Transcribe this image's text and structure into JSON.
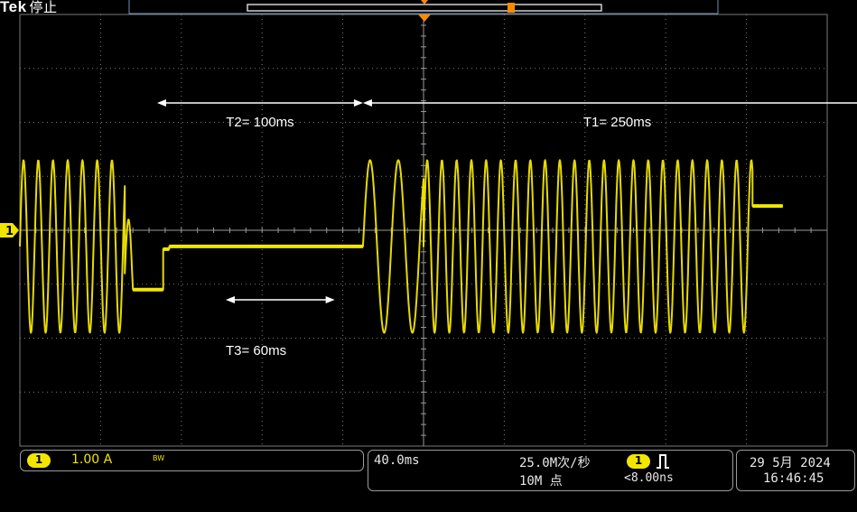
{
  "header": {
    "brand": "Tek",
    "run_state": "停止"
  },
  "colors": {
    "channel1": "#f2e600",
    "annotation": "#ffffff",
    "graticule": "#7a7a7a",
    "background": "#000000"
  },
  "graticule": {
    "h_divisions": 10,
    "v_divisions": 8,
    "minor_per_division": 5
  },
  "markers": {
    "channel_number": "1"
  },
  "annotations": [
    {
      "label": "T2= 100ms",
      "from_ms": -132,
      "to_ms": -30
    },
    {
      "label": "T1= 250ms",
      "from_ms": -30,
      "to_ms": 222
    },
    {
      "label": "T3= 60ms",
      "from_ms": -98,
      "to_ms": -44
    }
  ],
  "chart_data": {
    "type": "line",
    "series": [
      {
        "channel": "1",
        "color": "#f2e600"
      }
    ],
    "xlabel": "",
    "ylabel": "",
    "xlim_ms": [
      -200,
      200
    ],
    "ylim_div": [
      -4,
      4
    ],
    "segments": [
      {
        "kind": "sine",
        "from_ms": -200,
        "to_ms": -148,
        "period_ms": 7.3,
        "amplitude_div": 1.6,
        "offset_div": -0.3
      },
      {
        "kind": "sine",
        "from_ms": -148,
        "to_ms": -144,
        "period_ms": 7.3,
        "amplitude_div": 1.0,
        "offset_div": -0.8
      },
      {
        "kind": "level",
        "from_ms": -144,
        "to_ms": -129,
        "level_div": -1.1
      },
      {
        "kind": "level",
        "from_ms": -129,
        "to_ms": -126,
        "level_div": -0.35
      },
      {
        "kind": "level",
        "from_ms": -126,
        "to_ms": -85,
        "level_div": -0.3
      },
      {
        "kind": "level",
        "from_ms": -85,
        "to_ms": -30,
        "level_div": -0.3
      },
      {
        "kind": "sine",
        "from_ms": -30,
        "to_ms": 0,
        "period_ms": 14.0,
        "amplitude_div": 1.6,
        "offset_div": -0.3
      },
      {
        "kind": "sine",
        "from_ms": 0,
        "to_ms": 163,
        "period_ms": 7.3,
        "amplitude_div": 1.6,
        "offset_div": -0.3
      },
      {
        "kind": "level",
        "from_ms": 163,
        "to_ms": 178,
        "level_div": 0.45
      }
    ]
  },
  "status": {
    "ch1": {
      "number": "1",
      "scale": "1.00 A",
      "bw": "BW"
    },
    "horizontal": {
      "time_div": "40.0ms",
      "sample_rate": "25.0M次/秒",
      "record_length": "10M 点"
    },
    "trigger": {
      "number": "1",
      "level": "<8.00ns"
    },
    "datetime": {
      "date": "29 5月 2024",
      "time": "16:46:45"
    }
  }
}
